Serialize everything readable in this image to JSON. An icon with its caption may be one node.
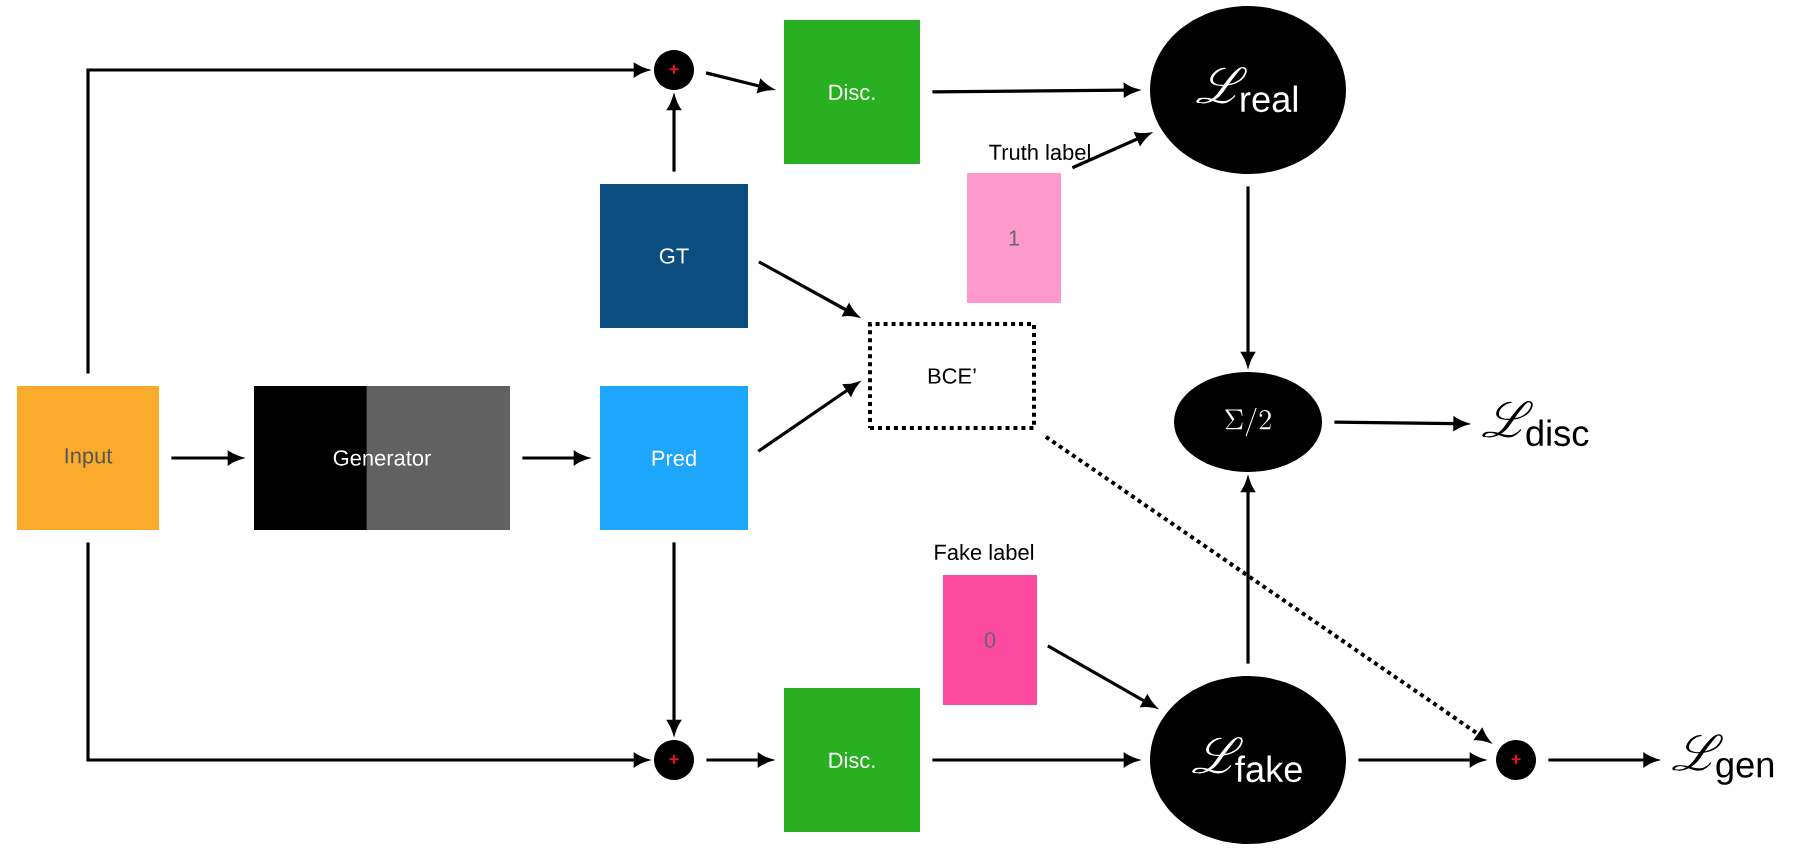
{
  "diagram": {
    "nodes": [
      {
        "text": [
          "Input"
        ]
      },
      {
        "text": [
          "Generator"
        ]
      },
      {
        "text": [
          "GT"
        ]
      },
      {
        "text": [
          "Pred"
        ]
      },
      {
        "text": [
          "+"
        ]
      },
      {
        "text": [
          "Disc."
        ]
      },
      {
        "text": [
          "BCE’"
        ]
      },
      {
        "text": [
          "1"
        ],
        "beside": [
          "Truth label"
        ]
      },
      {
        "text": [
          "\\mathscr{L}_{\\mathrm{real}}"
        ]
      },
      {
        "text": [
          "\\Sigma/2"
        ]
      },
      {
        "text": [
          "\\mathscr{L}_{\\mathrm{disc}}"
        ]
      },
      {
        "text": [
          "0"
        ],
        "beside": [
          "Fake label"
        ]
      },
      {
        "text": [
          "+"
        ]
      },
      {
        "text": [
          "Disc."
        ]
      },
      {
        "text": [
          "\\mathscr{L}_{\\mathrm{fake}}"
        ]
      },
      {
        "text": [
          "+"
        ]
      },
      {
        "text": [
          "\\mathscr{L}_{\\mathrm{gen}}"
        ]
      }
    ],
    "edges": [
      {
        "from": 0,
        "to": 1,
        "arrow": "to"
      },
      {
        "from": 1,
        "to": 3,
        "arrow": "to"
      },
      {
        "from": 0,
        "to": 4,
        "arrow": "to"
      },
      {
        "from": 2,
        "to": 4,
        "arrow": "to"
      },
      {
        "from": 4,
        "to": 5,
        "arrow": "to"
      },
      {
        "from": 5,
        "to": 8,
        "arrow": "to"
      },
      {
        "from": 7,
        "to": 8,
        "arrow": "to"
      },
      {
        "from": 2,
        "to": 6,
        "arrow": "to"
      },
      {
        "from": 3,
        "to": 6,
        "arrow": "to"
      },
      {
        "from": 8,
        "to": 9,
        "arrow": "to"
      },
      {
        "from": 9,
        "to": 10,
        "arrow": "to"
      },
      {
        "from": 0,
        "to": 12,
        "arrow": "to"
      },
      {
        "from": 3,
        "to": 12,
        "arrow": "to"
      },
      {
        "from": 12,
        "to": 13,
        "arrow": "to"
      },
      {
        "from": 13,
        "to": 14,
        "arrow": "to"
      },
      {
        "from": 11,
        "to": 14,
        "arrow": "to"
      },
      {
        "from": 14,
        "to": 9,
        "arrow": "to"
      },
      {
        "from": 14,
        "to": 15,
        "arrow": "to"
      },
      {
        "from": 6,
        "to": 15,
        "arrow": "to",
        "style": "dashed"
      },
      {
        "from": 15,
        "to": 16,
        "arrow": "to"
      }
    ]
  }
}
